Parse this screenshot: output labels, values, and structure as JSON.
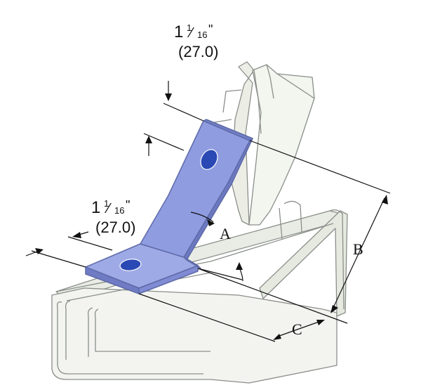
{
  "dimensions": {
    "top": {
      "whole": "1",
      "fraction_num": "1",
      "fraction_den": "16",
      "inch_mark": "\"",
      "metric": "(27.0)"
    },
    "left": {
      "whole": "1",
      "fraction_num": "1",
      "fraction_den": "16",
      "inch_mark": "\"",
      "metric": "(27.0)"
    }
  },
  "labels": {
    "a": "A",
    "b": "B",
    "c": "C"
  },
  "colors": {
    "bracket": "#8f9ce0",
    "bracket_edge": "#5e6aa8",
    "hole": "#2a49b5",
    "channel_stroke": "#8a8f8a",
    "channel_fill": "#eef0ea"
  }
}
